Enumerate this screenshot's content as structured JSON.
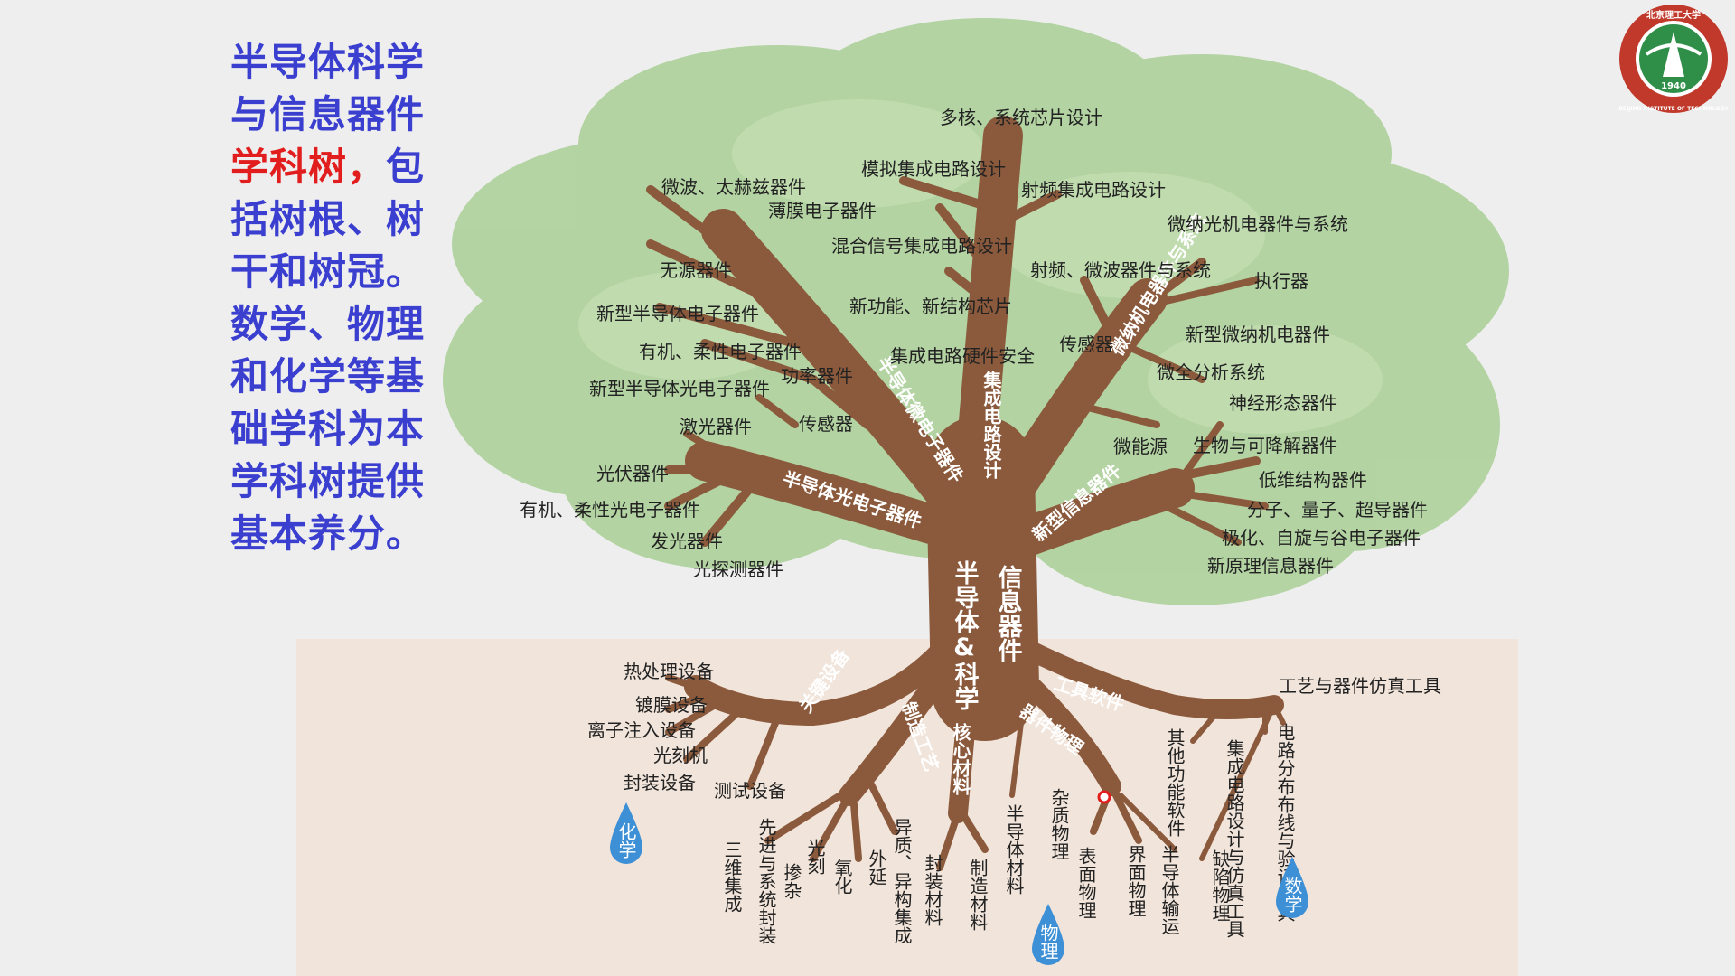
{
  "intro": {
    "line1": "半导体科学",
    "line2": "与信息器件",
    "line3_highlight": "学科树，",
    "line3_rest": "包",
    "line4": "括树根、树",
    "line5": "干和树冠。",
    "line6": "数学、物理",
    "line7": "和化学等基",
    "line8": "础学科为本",
    "line9": "学科树提供",
    "line10": "基本养分。"
  },
  "colors": {
    "intro_text": "#3b3fcf",
    "highlight": "#e11d1d",
    "trunk": "#8b5a3c",
    "canopy": "#a9cf95",
    "soil": "#f1e4da",
    "drop": "#3d8fd6",
    "logo": "#c0392b"
  },
  "core": {
    "left": "半导体&科学",
    "right": "信息器件"
  },
  "branches": {
    "optoelectronics": "半导体光电子器件",
    "microelectronics": "半导体微电子器件",
    "ic_design": "集成电路设计",
    "mems": "微纳机电器件与系统",
    "new_info": "新型信息器件"
  },
  "canopy_left": [
    "微波、太赫兹器件",
    "薄膜电子器件",
    "无源器件",
    "新型半导体电子器件",
    "有机、柔性电子器件",
    "新型半导体光电子器件",
    "功率器件",
    "激光器件",
    "传感器",
    "光伏器件",
    "有机、柔性光电子器件",
    "发光器件",
    "光探测器件"
  ],
  "canopy_center": [
    "多核、系统芯片设计",
    "模拟集成电路设计",
    "射频集成电路设计",
    "混合信号集成电路设计",
    "新功能、新结构芯片",
    "集成电路硬件安全"
  ],
  "canopy_right": [
    "微纳光机电器件与系统",
    "射频、微波器件与系统",
    "执行器",
    "传感器",
    "新型微纳机电器件",
    "微全分析系统",
    "神经形态器件",
    "微能源",
    "生物与可降解器件",
    "低维结构器件",
    "分子、量子、超导器件",
    "极化、自旋与谷电子器件",
    "新原理信息器件"
  ],
  "roots": {
    "key_equipment": "关键设备",
    "process": "制造工艺",
    "core_materials": "核心材料",
    "device_physics": "器件物理",
    "tools": "工具软件"
  },
  "equipment_items": [
    "热处理设备",
    "镀膜设备",
    "离子注入设备",
    "光刻机",
    "封装设备",
    "测试设备"
  ],
  "process_items": [
    "三维集成",
    "先进与系统封装",
    "掺杂",
    "光刻",
    "氧化",
    "外延",
    "异质、异构集成"
  ],
  "material_items": [
    "封装材料",
    "制造材料",
    "半导体材料"
  ],
  "physics_items": [
    "杂质物理",
    "表面物理",
    "界面物理",
    "半导体输运",
    "缺陷物理"
  ],
  "tool_items": [
    "工艺与器件仿真工具",
    "电路分布布线与验证工具",
    "集成电路设计与仿真工具",
    "其他功能软件"
  ],
  "drops": {
    "chemistry": "化学",
    "physics": "物理",
    "math": "数学"
  },
  "logo": {
    "name": "北京理工大学",
    "en": "BEIJING INSTITUTE OF TECHNOLOGY",
    "year": "1940"
  }
}
